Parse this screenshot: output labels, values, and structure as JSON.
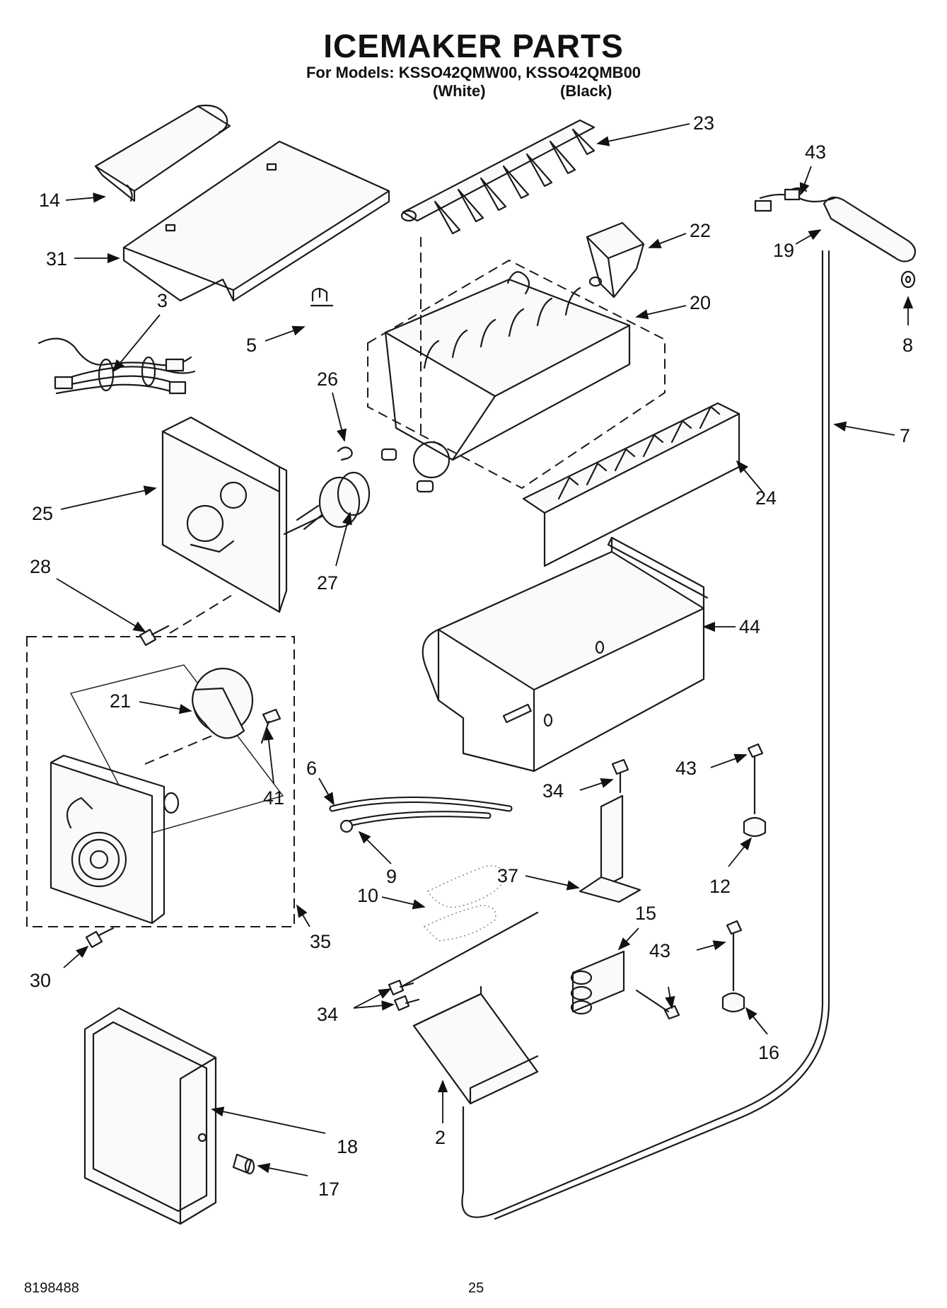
{
  "header": {
    "title": "ICEMAKER PARTS",
    "subtitle": "For Models: KSSO42QMW00, KSSO42QMB00",
    "variant_white": "(White)",
    "variant_black": "(Black)"
  },
  "footer": {
    "doc_number": "8198488",
    "page_number": "25"
  },
  "callouts": [
    "23",
    "43",
    "14",
    "31",
    "22",
    "19",
    "3",
    "20",
    "8",
    "5",
    "26",
    "7",
    "25",
    "24",
    "28",
    "27",
    "44",
    "21",
    "41",
    "6",
    "43",
    "34",
    "9",
    "12",
    "37",
    "10",
    "15",
    "35",
    "43",
    "30",
    "34",
    "16",
    "18",
    "2",
    "17"
  ]
}
